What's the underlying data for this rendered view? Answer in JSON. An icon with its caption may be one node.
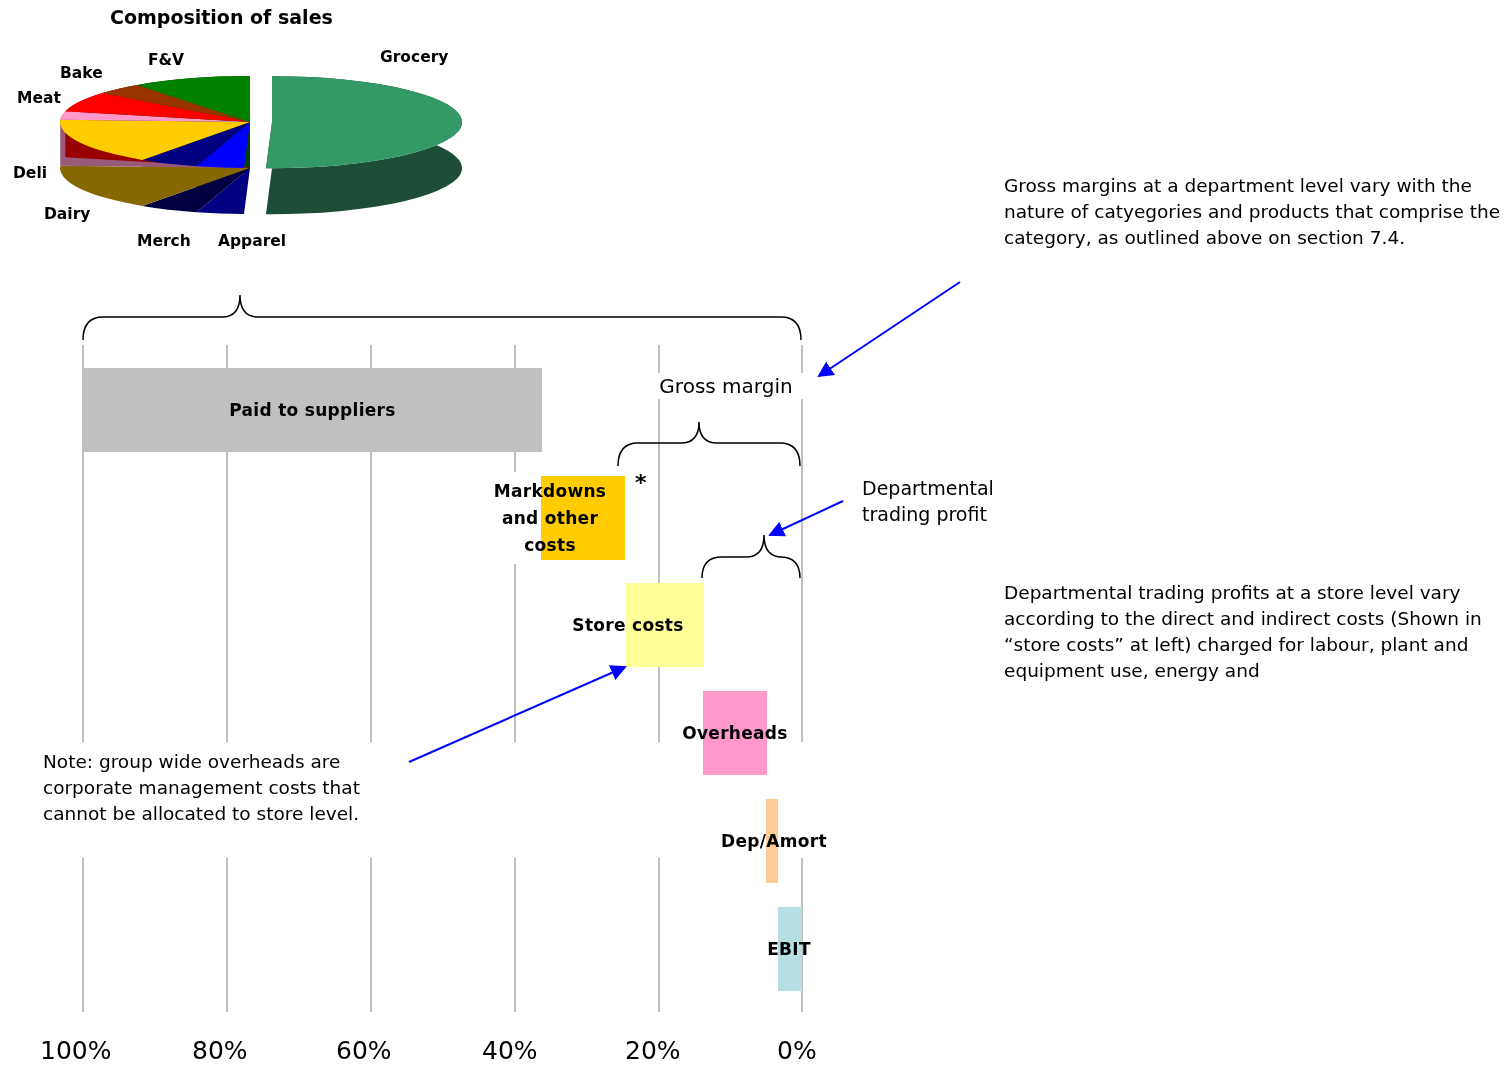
{
  "diagram": {
    "nodes": [
      {
        "text": [
          "Paid to suppliers"
        ]
      },
      {
        "text": [
          "Markdowns and other costs"
        ],
        "beside": [
          "*"
        ]
      },
      {
        "text": [
          "Store costs"
        ]
      },
      {
        "text": [
          "Overheads"
        ]
      },
      {
        "text": [
          "Dep/Amort"
        ]
      },
      {
        "text": [
          "EBIT"
        ]
      },
      {
        "text": [
          "Gross margin"
        ]
      },
      {
        "text": [
          "Gross margins at a department level vary with the nature of catyegories and products that comprise the category, as outlined above on section 7.4."
        ]
      },
      {
        "text": [
          "Departmental trading profit"
        ]
      },
      {
        "text": [
          "Note: group wide overheads are corporate management costs that cannot be allocated to store level."
        ]
      },
      {
        "text": [],
        "shape": "brace"
      }
    ],
    "edges": [
      {
        "from": 7,
        "to": 6,
        "arrow": "to"
      },
      {
        "from": 8,
        "to": 10,
        "arrow": "to"
      },
      {
        "from": 9,
        "to": 2,
        "arrow": "to"
      }
    ],
    "labels": [
      "Composition of sales",
      "F&V",
      "Grocery",
      "Bake",
      "Meat",
      "Deli",
      "Dairy",
      "Merch",
      "Apparel",
      "Departmental trading profits at a store level vary according to the direct and indirect costs (Shown in “store costs” at left) charged for labour, plant and equipment use, energy and",
      "100%",
      "80%",
      "60%",
      "40%",
      "20%",
      "0%"
    ]
  }
}
